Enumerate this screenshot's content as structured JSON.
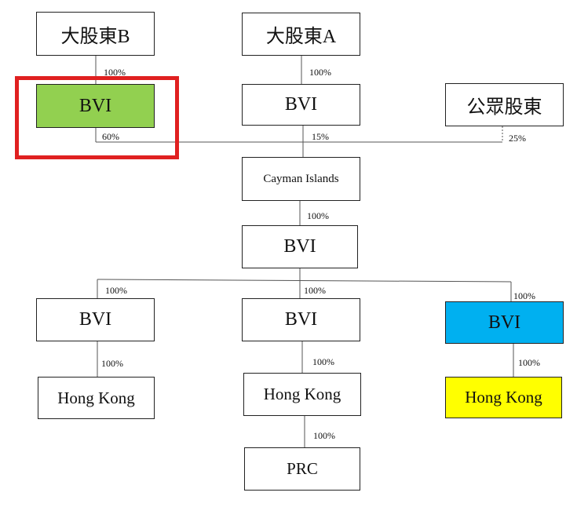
{
  "nodes": {
    "shareholder_b": "大股東B",
    "shareholder_a": "大股東A",
    "public": "公眾股東",
    "bvi_b": "BVI",
    "bvi_a": "BVI",
    "cayman": "Cayman Islands",
    "bvi_mid": "BVI",
    "bvi_left": "BVI",
    "bvi_center": "BVI",
    "bvi_right": "BVI",
    "hk_left": "Hong Kong",
    "hk_center": "Hong Kong",
    "hk_right": "Hong Kong",
    "prc": "PRC"
  },
  "percentages": {
    "b_to_bvi": "100%",
    "a_to_bvi": "100%",
    "bvi_b_to_cayman": "60%",
    "bvi_a_to_cayman": "15%",
    "public_to_cayman": "25%",
    "cayman_to_bvi": "100%",
    "bvi_to_left": "100%",
    "bvi_to_center": "100%",
    "bvi_to_right": "100%",
    "left_to_hk": "100%",
    "center_to_hk": "100%",
    "right_to_hk": "100%",
    "hk_to_prc": "100%"
  },
  "colors": {
    "green": "#92d050",
    "blue": "#00b0f0",
    "yellow": "#ffff00",
    "highlight": "#e02020"
  }
}
